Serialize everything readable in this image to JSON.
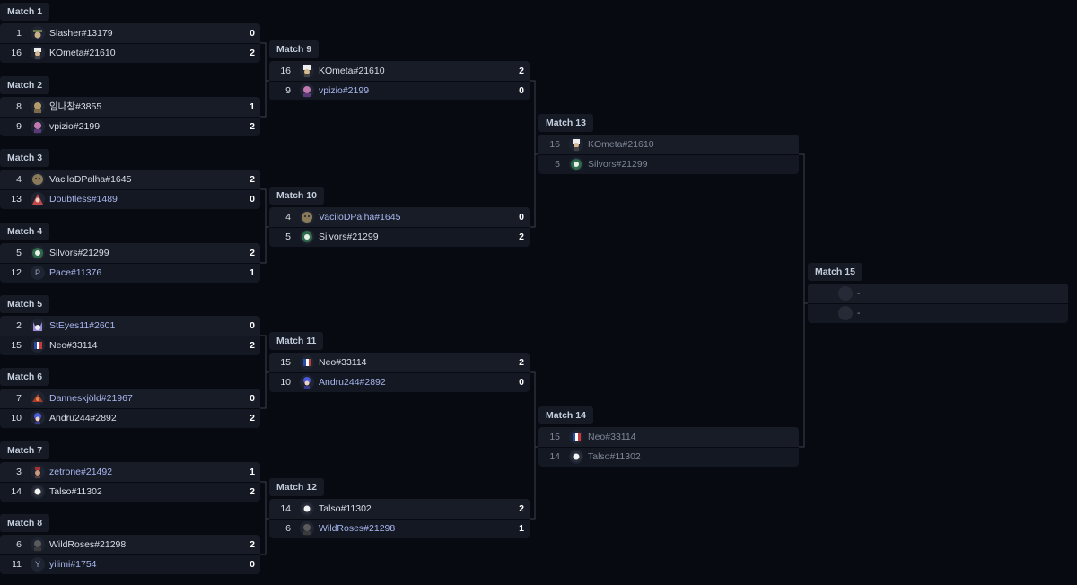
{
  "matches": [
    {
      "label": "Match 1",
      "slots": [
        {
          "seed": "1",
          "name": "Slasher#13179",
          "score": "0",
          "avatar": "hat-avatar-icon",
          "blue": false
        },
        {
          "seed": "16",
          "name": "KOmeta#21610",
          "score": "2",
          "avatar": "chef-avatar-icon",
          "blue": false
        }
      ]
    },
    {
      "label": "Match 2",
      "slots": [
        {
          "seed": "8",
          "name": "임나창#3855",
          "score": "1",
          "avatar": "character-avatar-icon",
          "blue": false
        },
        {
          "seed": "9",
          "name": "vpizio#2199",
          "score": "2",
          "avatar": "pink-character-avatar-icon",
          "blue": false
        }
      ]
    },
    {
      "label": "Match 3",
      "slots": [
        {
          "seed": "4",
          "name": "VaciloDPalha#1645",
          "score": "2",
          "avatar": "face-avatar-icon",
          "blue": false
        },
        {
          "seed": "13",
          "name": "Doubtless#1489",
          "score": "0",
          "avatar": "red-hood-avatar-icon",
          "blue": true
        }
      ]
    },
    {
      "label": "Match 4",
      "slots": [
        {
          "seed": "5",
          "name": "Silvors#21299",
          "score": "2",
          "avatar": "green-orb-avatar-icon",
          "blue": false
        },
        {
          "seed": "12",
          "name": "Pace#11376",
          "score": "1",
          "avatar": "letter-avatar-icon",
          "letter": "P",
          "blue": true
        }
      ]
    },
    {
      "label": "Match 5",
      "slots": [
        {
          "seed": "2",
          "name": "StEyes11#2601",
          "score": "0",
          "avatar": "purple-cat-avatar-icon",
          "blue": true
        },
        {
          "seed": "15",
          "name": "Neo#33114",
          "score": "2",
          "avatar": "french-flag-avatar-icon",
          "blue": false
        }
      ]
    },
    {
      "label": "Match 6",
      "slots": [
        {
          "seed": "7",
          "name": "Danneskjöld#21967",
          "score": "0",
          "avatar": "red-mask-avatar-icon",
          "blue": true
        },
        {
          "seed": "10",
          "name": "Andru244#2892",
          "score": "2",
          "avatar": "blue-hair-avatar-icon",
          "blue": false
        }
      ]
    },
    {
      "label": "Match 7",
      "slots": [
        {
          "seed": "3",
          "name": "zetrone#21492",
          "score": "1",
          "avatar": "red-hat-avatar-icon",
          "blue": true
        },
        {
          "seed": "14",
          "name": "Talso#11302",
          "score": "2",
          "avatar": "white-orb-avatar-icon",
          "blue": false
        }
      ]
    },
    {
      "label": "Match 8",
      "slots": [
        {
          "seed": "6",
          "name": "WildRoses#21298",
          "score": "2",
          "avatar": "dark-character-avatar-icon",
          "blue": false
        },
        {
          "seed": "11",
          "name": "yilimi#1754",
          "score": "0",
          "avatar": "letter-avatar-icon",
          "letter": "Y",
          "blue": true
        }
      ]
    },
    {
      "label": "Match 9",
      "slots": [
        {
          "seed": "16",
          "name": "KOmeta#21610",
          "score": "2",
          "avatar": "chef-avatar-icon",
          "blue": false
        },
        {
          "seed": "9",
          "name": "vpizio#2199",
          "score": "0",
          "avatar": "pink-character-avatar-icon",
          "blue": true
        }
      ]
    },
    {
      "label": "Match 10",
      "slots": [
        {
          "seed": "4",
          "name": "VaciloDPalha#1645",
          "score": "0",
          "avatar": "face-avatar-icon",
          "blue": true
        },
        {
          "seed": "5",
          "name": "Silvors#21299",
          "score": "2",
          "avatar": "green-orb-avatar-icon",
          "blue": false
        }
      ]
    },
    {
      "label": "Match 11",
      "slots": [
        {
          "seed": "15",
          "name": "Neo#33114",
          "score": "2",
          "avatar": "french-flag-avatar-icon",
          "blue": false
        },
        {
          "seed": "10",
          "name": "Andru244#2892",
          "score": "0",
          "avatar": "blue-hair-avatar-icon",
          "blue": true
        }
      ]
    },
    {
      "label": "Match 12",
      "slots": [
        {
          "seed": "14",
          "name": "Talso#11302",
          "score": "2",
          "avatar": "white-orb-avatar-icon",
          "blue": false
        },
        {
          "seed": "6",
          "name": "WildRoses#21298",
          "score": "1",
          "avatar": "dark-character-avatar-icon",
          "blue": true
        }
      ]
    },
    {
      "label": "Match 13",
      "pending": true,
      "slots": [
        {
          "seed": "16",
          "name": "KOmeta#21610",
          "score": "",
          "avatar": "chef-avatar-icon",
          "blue": false
        },
        {
          "seed": "5",
          "name": "Silvors#21299",
          "score": "",
          "avatar": "green-orb-avatar-icon",
          "blue": false
        }
      ]
    },
    {
      "label": "Match 14",
      "pending": true,
      "slots": [
        {
          "seed": "15",
          "name": "Neo#33114",
          "score": "",
          "avatar": "french-flag-avatar-icon",
          "blue": false
        },
        {
          "seed": "14",
          "name": "Talso#11302",
          "score": "",
          "avatar": "white-orb-avatar-icon",
          "blue": false
        }
      ]
    },
    {
      "label": "Match 15",
      "tbd": true,
      "slots": [
        {
          "seed": "",
          "name": "-",
          "score": "",
          "avatar": "empty-avatar-icon",
          "blue": false
        },
        {
          "seed": "",
          "name": "-",
          "score": "",
          "avatar": "empty-avatar-icon",
          "blue": false
        }
      ]
    }
  ],
  "colors": {
    "background": "#080a11",
    "slot": "#141822",
    "label": "#161a24",
    "connector": "#3a4050",
    "loser_name": "#a7b6ee"
  }
}
